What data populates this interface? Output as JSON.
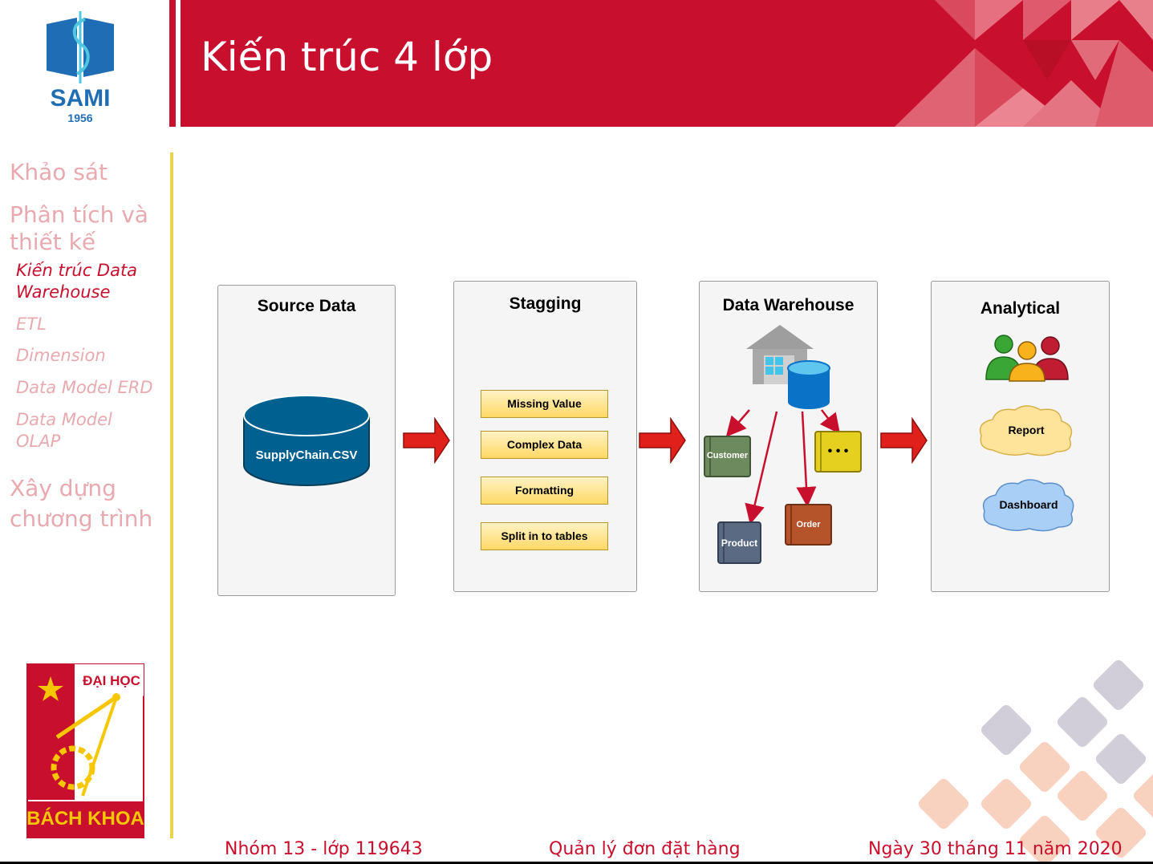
{
  "logo_top": {
    "name": "SAMI",
    "year": "1956"
  },
  "logo_bottom": {
    "top_text": "ĐẠI HỌC",
    "bottom_text": "BÁCH KHOA"
  },
  "header": {
    "title": "Kiến trúc 4 lớp"
  },
  "sidebar": {
    "sections": [
      {
        "label": "Khảo sát"
      },
      {
        "label_line1": "Phân tích và",
        "label_line2": "thiết kế"
      },
      {
        "label_line1": "Xây dựng",
        "label_line2": "chương trình"
      }
    ],
    "subitems": [
      {
        "label_line1": "Kiến trúc Data",
        "label_line2": "Warehouse",
        "active": true
      },
      {
        "label": "ETL"
      },
      {
        "label": "Dimension"
      },
      {
        "label": "Data Model ERD"
      },
      {
        "label_line1": "Data Model",
        "label_line2": "OLAP"
      }
    ]
  },
  "diagram": {
    "source": {
      "title": "Source Data",
      "db_label": "SupplyChain.CSV"
    },
    "staging": {
      "title": "Stagging",
      "steps": [
        "Missing Value",
        "Complex Data",
        "Formatting",
        "Split in to tables"
      ]
    },
    "warehouse": {
      "title": "Data Warehouse",
      "tables": {
        "customer": "Customer",
        "product": "Product",
        "order": "Order",
        "more": "• • •"
      }
    },
    "analytical": {
      "title": "Analytical",
      "report": "Report",
      "dashboard": "Dashboard"
    },
    "colors": {
      "db_blue": "#00608f",
      "arrow_red": "#e0201b",
      "header_red": "#c8102e"
    }
  },
  "footer": {
    "left": "Nhóm 13 - lớp 119643",
    "center": "Quản lý đơn đặt hàng",
    "right": "Ngày 30 tháng 11 năm 2020"
  }
}
